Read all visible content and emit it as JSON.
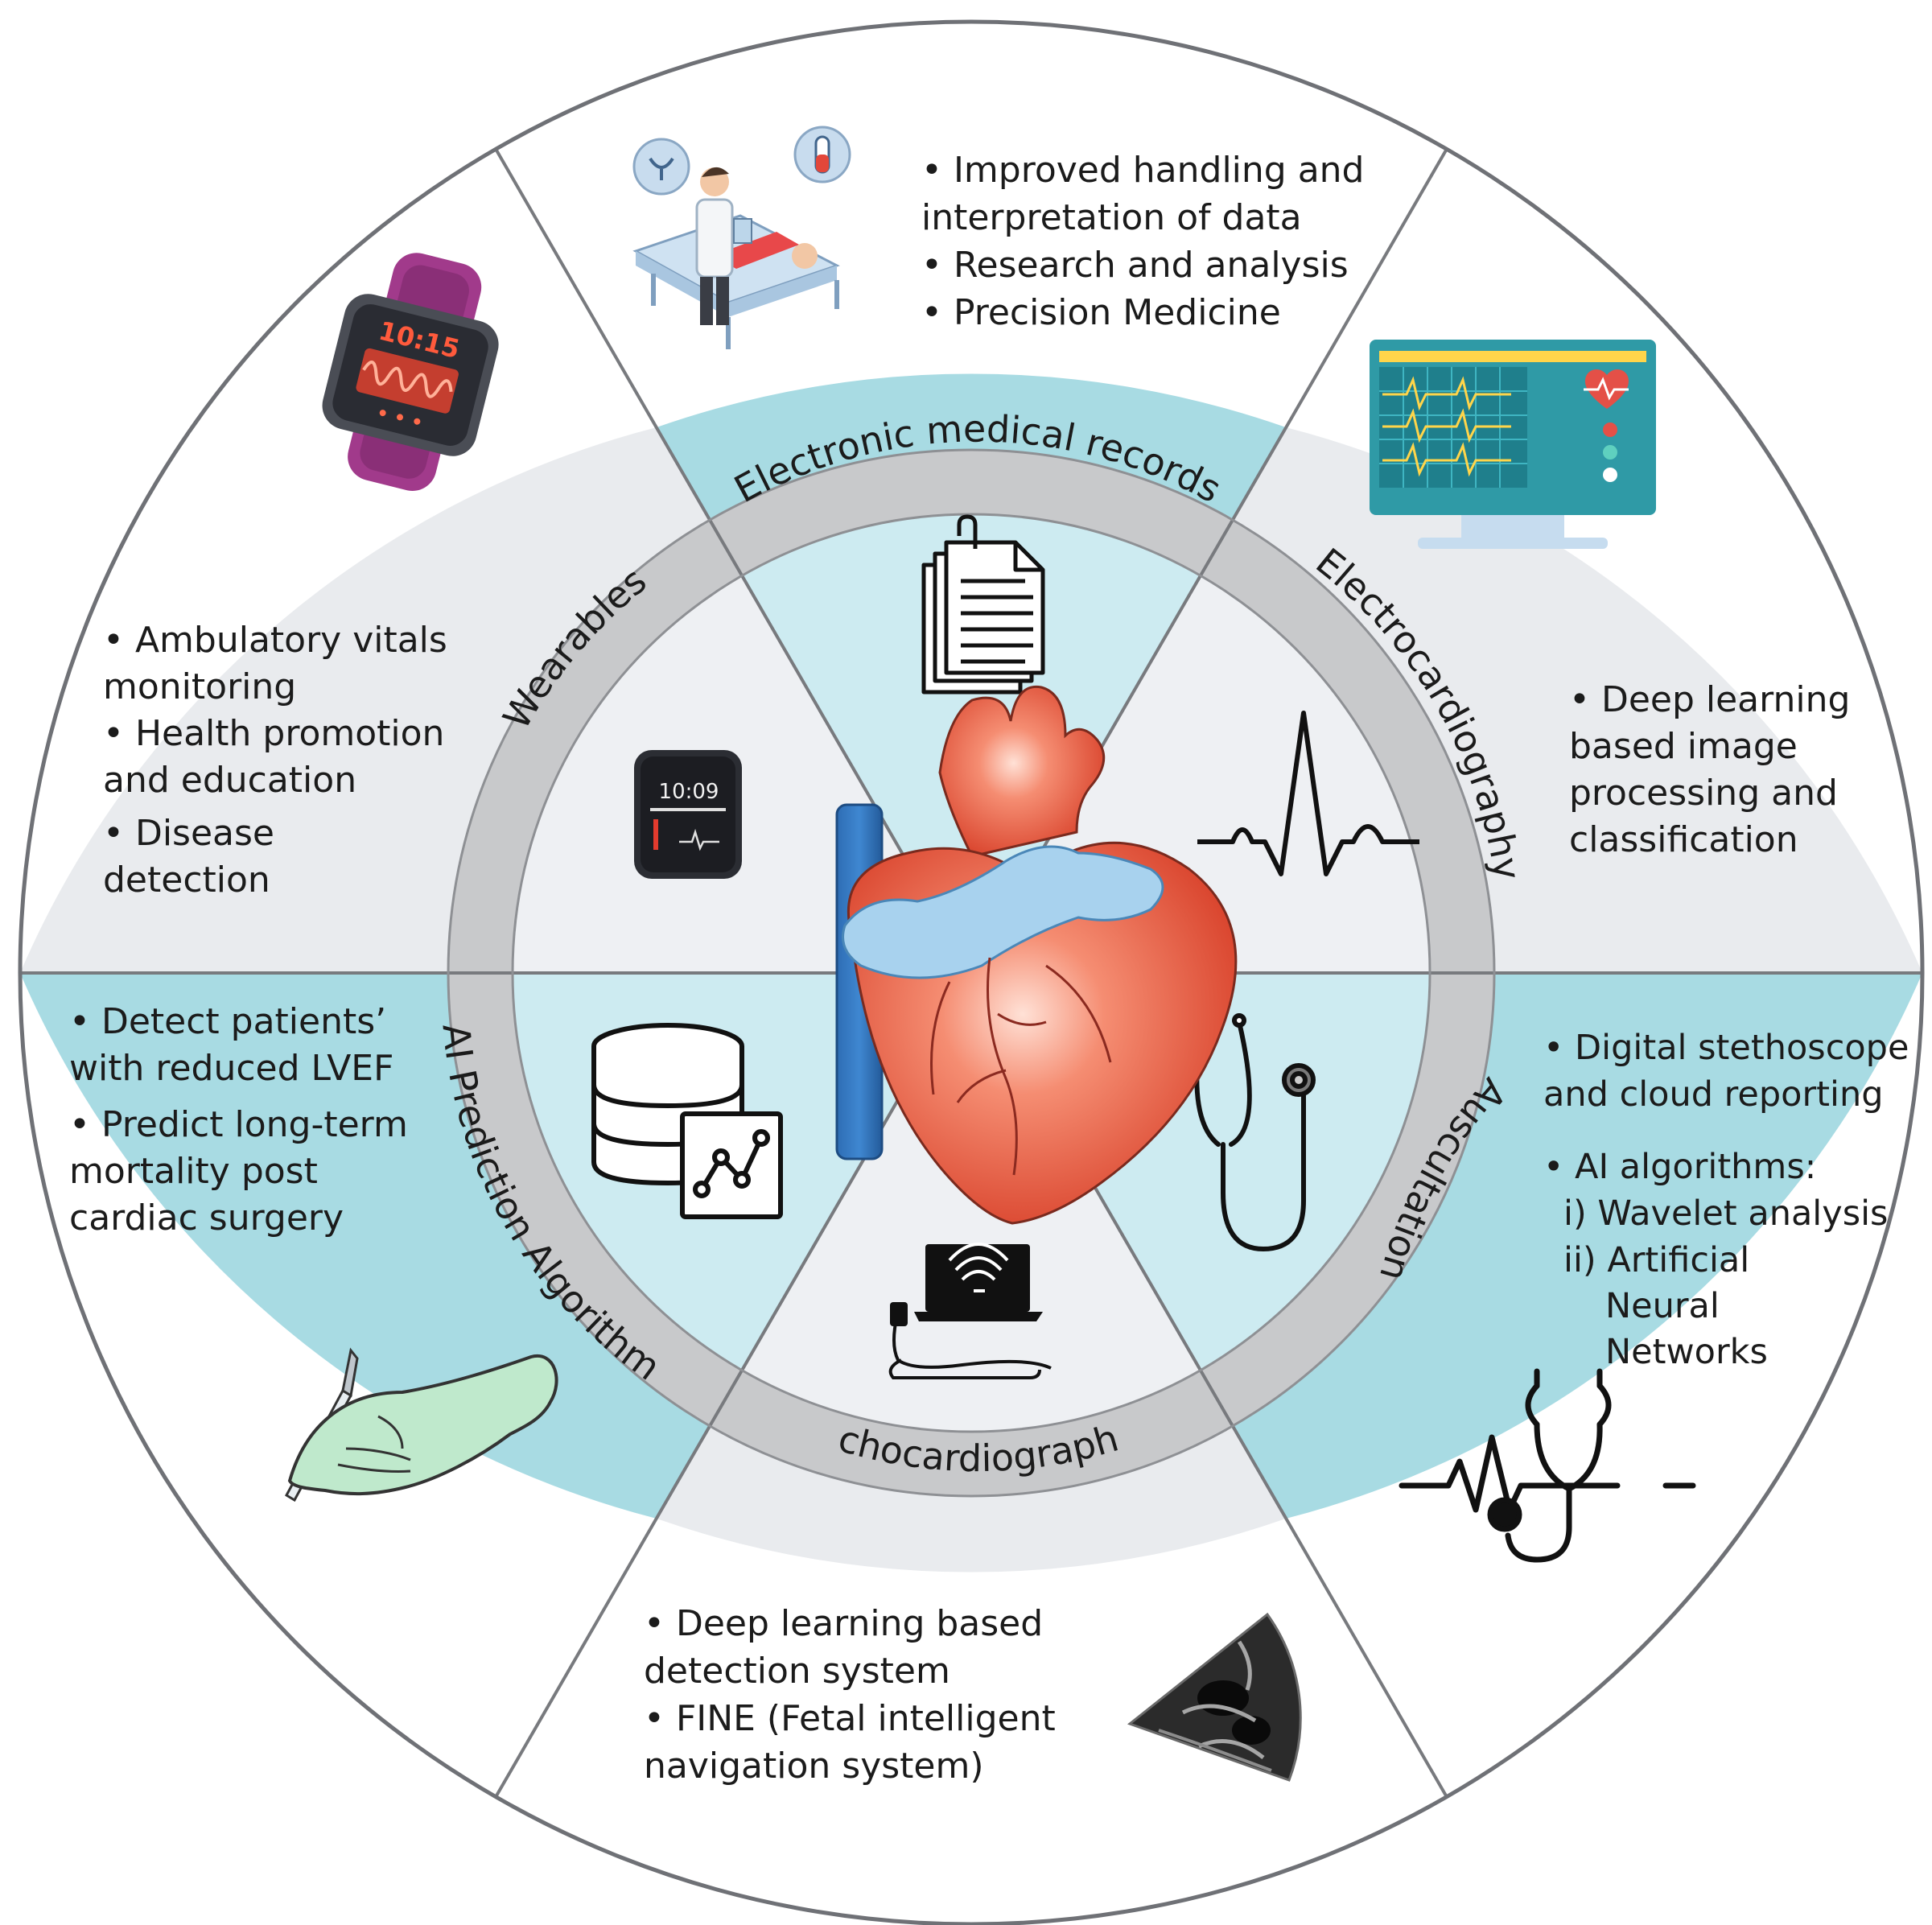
{
  "colors": {
    "teal": "#a8dbe3",
    "light_gray": "#e9ebee",
    "inner_teal": "#cdebf1",
    "inner_gray": "#eef0f3",
    "ring": "#c8c9cb",
    "lines": "#787a7e"
  },
  "center": {
    "icon": "heart-icon"
  },
  "segments": [
    {
      "key": "emr",
      "ring_label": "Electronic medical records",
      "inner_icon": "documents-icon",
      "outer_icon": "doctor-patient-icon",
      "bullets": [
        "• Improved handling and",
        "interpretation of data",
        "• Research and analysis",
        "• Precision Medicine"
      ]
    },
    {
      "key": "ecg",
      "ring_label": "Electrocardiography",
      "inner_icon": "ecg-wave-icon",
      "outer_icon": "ecg-monitor-icon",
      "bullets": [
        "• Deep learning",
        "based image",
        "processing and",
        "classification"
      ]
    },
    {
      "key": "auscultation",
      "ring_label": "Auscultation",
      "inner_icon": "stethoscope-icon",
      "outer_icon": "stethoscope-pulse-icon",
      "bullets": [
        "• Digital stethoscope",
        "and cloud reporting",
        "• AI algorithms:",
        "i) Wavelet analysis",
        "ii) Artificial",
        "Neural",
        "Networks"
      ]
    },
    {
      "key": "echo",
      "ring_label": "Echocardiography",
      "inner_icon": "ultrasound-laptop-icon",
      "outer_icon": "echo-scan-icon",
      "bullets": [
        "• Deep learning based",
        "detection system",
        "• FINE (Fetal intelligent",
        "navigation system)"
      ]
    },
    {
      "key": "ai",
      "ring_label": "AI Prediction Algorithm",
      "inner_icon": "database-chart-icon",
      "outer_icon": "surgeon-hand-icon",
      "bullets": [
        "• Detect patients’",
        "with reduced LVEF",
        "• Predict long-term",
        "mortality post",
        "cardiac surgery"
      ]
    },
    {
      "key": "wearables",
      "ring_label": "Wearables",
      "inner_icon": "smartwatch-small-icon",
      "outer_icon": "smartwatch-icon",
      "bullets": [
        "• Ambulatory vitals",
        "monitoring",
        "• Health promotion",
        "and education",
        "• Disease",
        "detection"
      ]
    }
  ],
  "watch_small_time": "10:09",
  "watch_large_time": "10:15"
}
